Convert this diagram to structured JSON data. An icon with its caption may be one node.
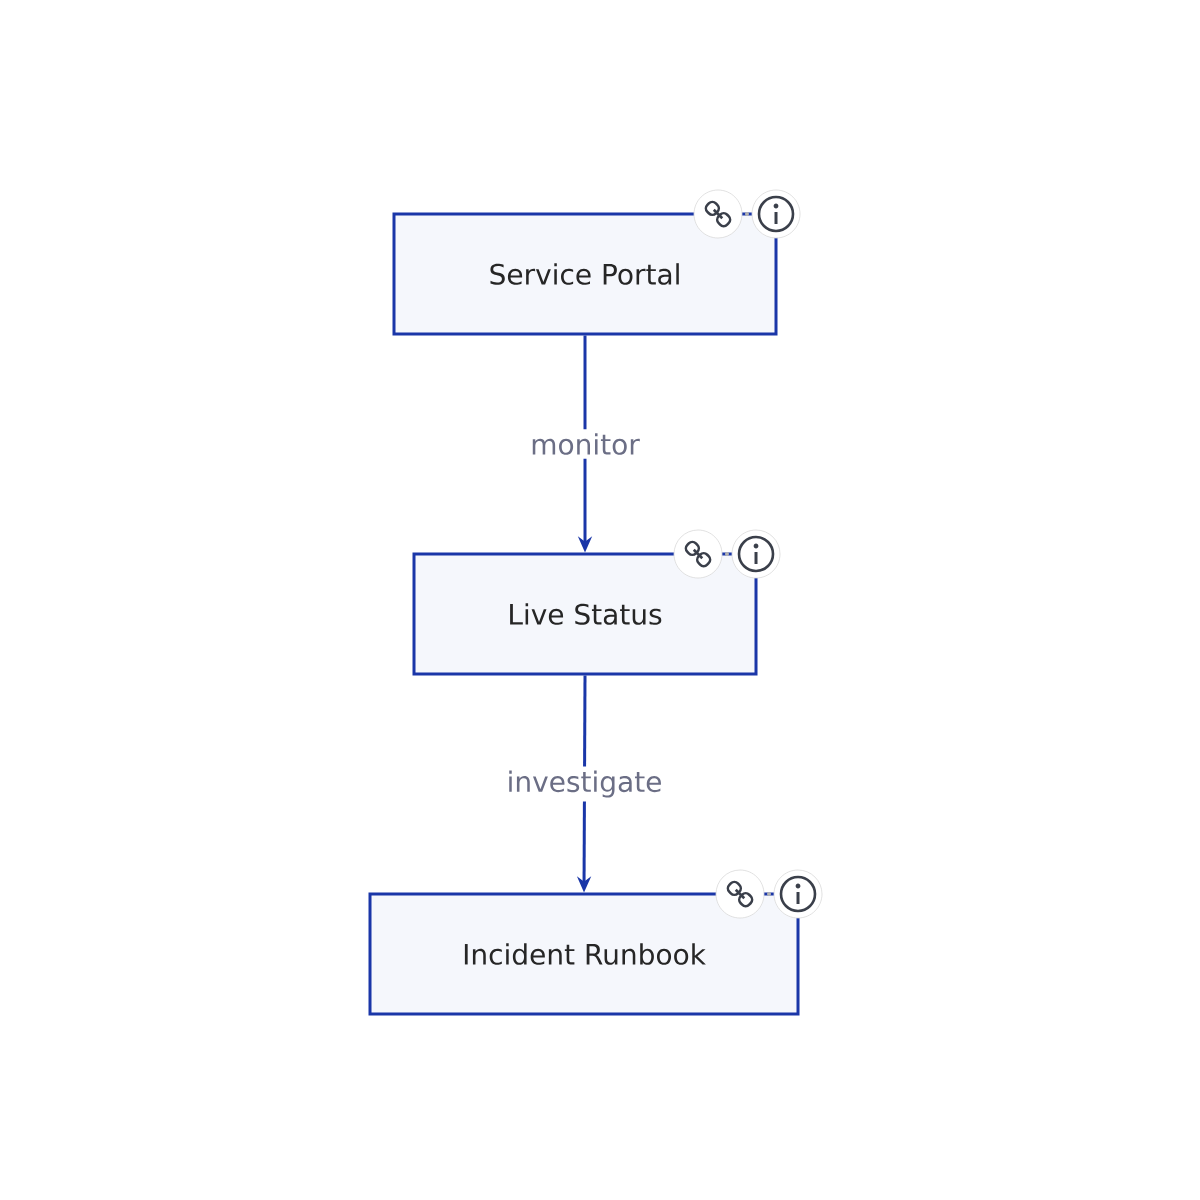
{
  "diagram": {
    "nodes": [
      {
        "text": [
          "Service Portal"
        ]
      },
      {
        "text": [
          "Live Status"
        ]
      },
      {
        "text": [
          "Incident Runbook"
        ]
      }
    ],
    "edges": [
      {
        "from": 0,
        "to": 1,
        "arrow": "to",
        "label": "monitor"
      },
      {
        "from": 1,
        "to": 2,
        "arrow": "to",
        "label": "investigate"
      }
    ]
  }
}
